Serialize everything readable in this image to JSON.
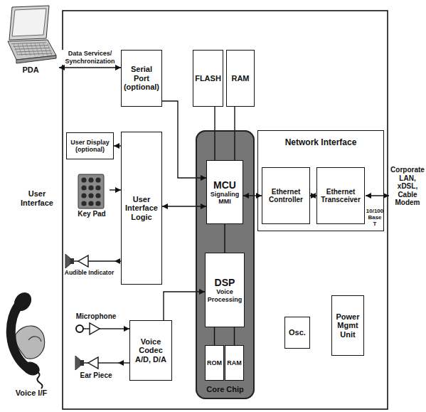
{
  "diagram": {
    "nodes": [
      {
        "text": [
          "PDA"
        ]
      },
      {
        "text": [
          "Serial Port (optional)"
        ]
      },
      {
        "text": [
          "User Display (optional)"
        ]
      },
      {
        "text": [
          "Key Pad"
        ]
      },
      {
        "text": [
          "User Interface Logic"
        ]
      },
      {
        "text": [
          "Audible Indicator"
        ]
      },
      {
        "text": [
          "Microphone"
        ]
      },
      {
        "text": [
          "Ear Piece"
        ]
      },
      {
        "text": [
          "Voice Codec A/D, D/A"
        ]
      },
      {
        "text": [
          "FLASH"
        ]
      },
      {
        "text": [
          "RAM"
        ]
      },
      {
        "text": [
          "Core Chip"
        ]
      },
      {
        "text": [
          "MCU",
          "Signaling MMI"
        ],
        "in": 11
      },
      {
        "text": [
          "DSP",
          "Voice Processing"
        ],
        "in": 11
      },
      {
        "text": [
          "ROM"
        ],
        "in": 11
      },
      {
        "text": [
          "RAM"
        ],
        "in": 11
      },
      {
        "text": [
          "Network Interface"
        ]
      },
      {
        "text": [
          "Ethernet Controller"
        ],
        "in": 16
      },
      {
        "text": [
          "Ethernet Transceiver"
        ],
        "in": 16
      },
      {
        "text": [
          "Osc."
        ]
      },
      {
        "text": [
          "Power Mgmt Unit"
        ]
      }
    ],
    "edges": [
      {
        "from": 0,
        "to": 1,
        "arrow": "both",
        "label": "Data Services/ Synchronization"
      },
      {
        "from": 1,
        "to": 12,
        "arrow": "to"
      },
      {
        "from": 9,
        "to": 12,
        "arrow": "none"
      },
      {
        "from": 10,
        "to": 12,
        "arrow": "none"
      },
      {
        "from": 4,
        "to": 2,
        "arrow": "to"
      },
      {
        "from": 3,
        "to": 4,
        "arrow": "to"
      },
      {
        "from": 4,
        "to": 12,
        "arrow": "both"
      },
      {
        "from": 4,
        "to": 5,
        "arrow": "to"
      },
      {
        "from": 12,
        "to": 17,
        "arrow": "both"
      },
      {
        "from": 17,
        "to": 18,
        "arrow": "both"
      },
      {
        "from": 12,
        "to": 13,
        "arrow": "none"
      },
      {
        "from": 13,
        "to": 14,
        "arrow": "none"
      },
      {
        "from": 13,
        "to": 15,
        "arrow": "none"
      },
      {
        "from": 8,
        "to": 13,
        "arrow": "to"
      },
      {
        "from": 6,
        "to": 8,
        "arrow": "to"
      },
      {
        "from": 8,
        "to": 7,
        "arrow": "to"
      }
    ],
    "labels": [
      "User Interface",
      "Voice I/F",
      "10/100 Base T",
      "Corporate LAN, xDSL, Cable Modem"
    ]
  }
}
